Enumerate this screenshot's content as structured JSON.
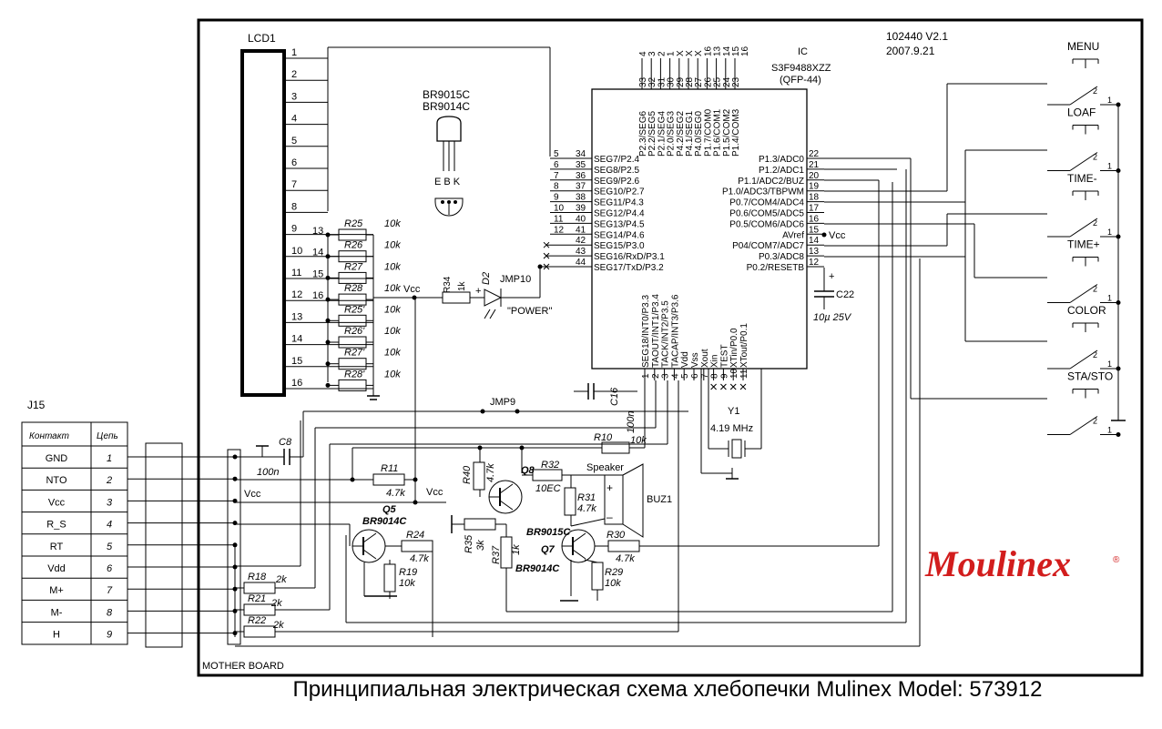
{
  "header": {
    "board_id": "102440 V2.1",
    "date": "2007.9.21"
  },
  "lcd": {
    "name": "LCD1",
    "pins": [
      "1",
      "2",
      "3",
      "4",
      "5",
      "6",
      "7",
      "8",
      "9",
      "10",
      "11",
      "12",
      "13",
      "14",
      "15",
      "16"
    ]
  },
  "resistor_network": {
    "items": [
      {
        "name": "R25",
        "value": "10k",
        "pin": "13"
      },
      {
        "name": "R26",
        "value": "10k",
        "pin": "14"
      },
      {
        "name": "R27",
        "value": "10k",
        "pin": "15"
      },
      {
        "name": "R28",
        "value": "10k",
        "pin": "16"
      },
      {
        "name": "R25'",
        "value": "10k"
      },
      {
        "name": "R26'",
        "value": "10k"
      },
      {
        "name": "R27'",
        "value": "10k"
      },
      {
        "name": "R28'",
        "value": "10k"
      }
    ],
    "vcc": "Vcc"
  },
  "transistor_pkg": {
    "types": [
      "BR9015C",
      "BR9014C"
    ],
    "pins": "E B K"
  },
  "power_led": {
    "resistor": "R34",
    "resistor_value": "1k",
    "diode": "D2",
    "label": "\"POWER\"",
    "plus": "+",
    "jumper": "JMP10"
  },
  "ic": {
    "name": "IC",
    "part": "S3F9488XZZ",
    "package": "(QFP-44)",
    "top_pins": [
      {
        "num": "4",
        "pkg": "33",
        "sig": "P2.3/SEG6"
      },
      {
        "num": "3",
        "pkg": "32",
        "sig": "P2.2/SEG5"
      },
      {
        "num": "2",
        "pkg": "31",
        "sig": "P2.1/SEG4"
      },
      {
        "num": "1",
        "pkg": "30",
        "sig": "P2.0/SEG3"
      },
      {
        "num": "X",
        "pkg": "29",
        "sig": "P4.2/SEG2"
      },
      {
        "num": "X",
        "pkg": "28",
        "sig": "P4.1/SEG1"
      },
      {
        "num": "X",
        "pkg": "27",
        "sig": "P4.0/SEG0"
      },
      {
        "num": "16",
        "pkg": "26",
        "sig": "P1.7/COM0"
      },
      {
        "num": "13",
        "pkg": "25",
        "sig": "P1.6/COM1"
      },
      {
        "num": "14",
        "pkg": "24",
        "sig": "P1.5/COM2"
      },
      {
        "num": "15",
        "pkg": "23",
        "sig": "P1.4/COM3"
      },
      {
        "num": "16",
        "pkg": "",
        "sig": ""
      }
    ],
    "left_pins": [
      {
        "lcd": "5",
        "num": "34",
        "sig": "SEG7/P2.4"
      },
      {
        "lcd": "6",
        "num": "35",
        "sig": "SEG8/P2.5"
      },
      {
        "lcd": "7",
        "num": "36",
        "sig": "SEG9/P2.6"
      },
      {
        "lcd": "8",
        "num": "37",
        "sig": "SEG10/P2.7"
      },
      {
        "lcd": "9",
        "num": "38",
        "sig": "SEG11/P4.3"
      },
      {
        "lcd": "10",
        "num": "39",
        "sig": "SEG12/P4.4"
      },
      {
        "lcd": "11",
        "num": "40",
        "sig": "SEG13/P4.5"
      },
      {
        "lcd": "12",
        "num": "41",
        "sig": "SEG14/P4.6"
      },
      {
        "lcd": "",
        "num": "42",
        "sig": "SEG15/P3.0"
      },
      {
        "lcd": "",
        "num": "43",
        "sig": "SEG16/RxD/P3.1"
      },
      {
        "lcd": "",
        "num": "44",
        "sig": "SEG17/TxD/P3.2"
      }
    ],
    "right_pins": [
      {
        "num": "22",
        "sig": "P1.3/ADC0"
      },
      {
        "num": "21",
        "sig": "P1.2/ADC1"
      },
      {
        "num": "20",
        "sig": "P1.1/ADC2/BUZ"
      },
      {
        "num": "19",
        "sig": "P1.0/ADC3/TBPWM"
      },
      {
        "num": "18",
        "sig": "P0.7/COM4/ADC4"
      },
      {
        "num": "17",
        "sig": "P0.6/COM5/ADC5"
      },
      {
        "num": "16",
        "sig": "P0.5/COM6/ADC6"
      },
      {
        "num": "15",
        "sig": "AVref"
      },
      {
        "num": "14",
        "sig": "P04/COM7/ADC7"
      },
      {
        "num": "13",
        "sig": "P0.3/ADC8"
      },
      {
        "num": "12",
        "sig": "P0.2/RESETB"
      }
    ],
    "bottom_pins": [
      {
        "num": "1",
        "sig": "SEG18/INT0/P3.3"
      },
      {
        "num": "2",
        "sig": "TAOUT/INT1/P3.4"
      },
      {
        "num": "3",
        "sig": "TACK/INT2/P3.5"
      },
      {
        "num": "4",
        "sig": "TACAP/INT3/P3.6"
      },
      {
        "num": "5",
        "sig": "Vdd"
      },
      {
        "num": "6",
        "sig": "Vss"
      },
      {
        "num": "7",
        "sig": "Xout"
      },
      {
        "num": "8",
        "sig": "Xin"
      },
      {
        "num": "9",
        "sig": "TEST"
      },
      {
        "num": "10",
        "sig": "XTin/P0.0"
      },
      {
        "num": "11",
        "sig": "XTout/P0.1"
      }
    ],
    "vcc": "Vcc"
  },
  "caps": {
    "c22": {
      "name": "C22",
      "value": "10µ 25V",
      "plus": "+"
    },
    "c16": {
      "name": "C16",
      "value": "100n"
    },
    "c8": {
      "name": "C8",
      "value": "100n"
    }
  },
  "crystal": {
    "name": "Y1",
    "freq": "4.19 MHz"
  },
  "jumper9": "JMP9",
  "buttons": [
    {
      "label": "MENU"
    },
    {
      "label": "LOAF"
    },
    {
      "label": "TIME-"
    },
    {
      "label": "TIME+"
    },
    {
      "label": "COLOR"
    },
    {
      "label": "STA/STO"
    }
  ],
  "button_pins": [
    "1",
    "2"
  ],
  "connector": {
    "name": "J15",
    "headers": [
      "Контакт",
      "Цепь"
    ],
    "rows": [
      {
        "contact": "GND",
        "net": "1"
      },
      {
        "contact": "NTO",
        "net": "2"
      },
      {
        "contact": "Vcc",
        "net": "3"
      },
      {
        "contact": "R_S",
        "net": "4"
      },
      {
        "contact": "RT",
        "net": "5"
      },
      {
        "contact": "Vdd",
        "net": "6"
      },
      {
        "contact": "M+",
        "net": "7"
      },
      {
        "contact": "M-",
        "net": "8"
      },
      {
        "contact": "H",
        "net": "9"
      }
    ]
  },
  "bottom_parts": {
    "vcc": "Vcc",
    "r11": {
      "name": "R11",
      "value": "4.7k"
    },
    "q5": {
      "name": "Q5",
      "type": "BR9014C"
    },
    "r24": {
      "name": "R24",
      "value": "4.7k"
    },
    "r19": {
      "name": "R19",
      "value": "10k"
    },
    "r18": {
      "name": "R18",
      "value": "2k"
    },
    "r21": {
      "name": "R21",
      "value": "2k"
    },
    "r22": {
      "name": "R22",
      "value": "2k"
    },
    "r40": {
      "name": "R40",
      "value": "4.7k"
    },
    "q8": {
      "name": "Q8",
      "type": "BR9015C"
    },
    "r35": {
      "name": "R35",
      "value": "3k"
    },
    "r37": {
      "name": "R37",
      "value": "1k"
    },
    "r10": {
      "name": "R10",
      "value": "10k"
    },
    "r32": {
      "name": "R32",
      "value": "10EC"
    },
    "r31": {
      "name": "R31",
      "value": "4.7k"
    },
    "speaker": {
      "label": "Speaker",
      "name": "BUZ1",
      "plus": "+",
      "minus": "–"
    },
    "r30": {
      "name": "R30",
      "value": "4.7k"
    },
    "q7": {
      "name": "Q7",
      "type": "BR9014C"
    },
    "r29": {
      "name": "R29",
      "value": "10k"
    },
    "mother_board": "MOTHER BOARD"
  },
  "brand": "Moulinex",
  "brand_mark": "®",
  "caption": "Принципиальная электрическая схема хлебопечки Mulinex Model: 573912"
}
